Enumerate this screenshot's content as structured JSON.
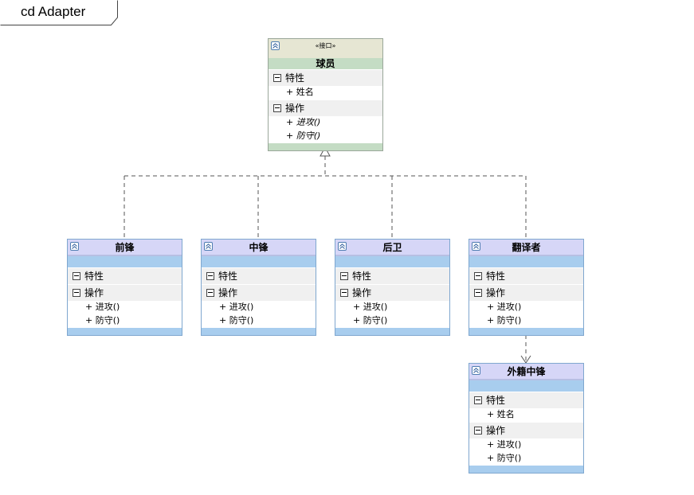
{
  "frame": {
    "title": "cd Adapter"
  },
  "interface": {
    "stereotype": "«接口»",
    "name": "球员",
    "attributes_label": "特性",
    "attributes": [
      "+ 姓名"
    ],
    "operations_label": "操作",
    "operations": [
      "+ 进攻()",
      "+ 防守()"
    ]
  },
  "classes": {
    "forward": {
      "name": "前锋",
      "attributes_label": "特性",
      "operations_label": "操作",
      "operations": [
        "+ 进攻()",
        "+ 防守()"
      ]
    },
    "center": {
      "name": "中锋",
      "attributes_label": "特性",
      "operations_label": "操作",
      "operations": [
        "+ 进攻()",
        "+ 防守()"
      ]
    },
    "guard": {
      "name": "后卫",
      "attributes_label": "特性",
      "operations_label": "操作",
      "operations": [
        "+ 进攻()",
        "+ 防守()"
      ]
    },
    "translator": {
      "name": "翻译者",
      "attributes_label": "特性",
      "operations_label": "操作",
      "operations": [
        "+ 进攻()",
        "+ 防守()"
      ]
    },
    "foreign_center": {
      "name": "外籍中锋",
      "attributes_label": "特性",
      "attributes": [
        "+ 姓名"
      ],
      "operations_label": "操作",
      "operations": [
        "+ 进攻()",
        "+ 防守()"
      ]
    }
  },
  "colors": {
    "class_header": "#d6d6f7",
    "class_band": "#a8cdee",
    "class_border": "#7fa7cf",
    "interface_header": "#e6e6d3",
    "interface_band": "#c4dcc4",
    "connector": "#555555"
  },
  "icons": {
    "collapse": "double-chevron-up-icon",
    "section_toggle": "minus-box-icon",
    "realization_arrow": "hollow-triangle-arrowhead-icon",
    "dependency_arrow": "open-arrowhead-icon"
  }
}
